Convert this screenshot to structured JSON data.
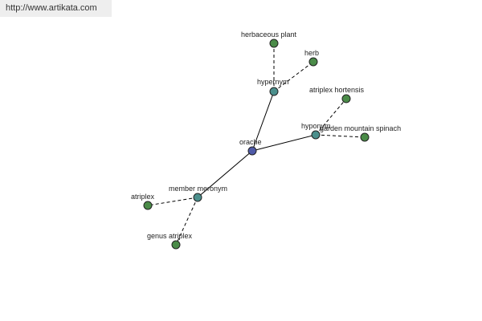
{
  "site": {
    "url": "http://www.artikata.com"
  },
  "colors": {
    "center": "#4f5aa8",
    "relation": "#4b8f8c",
    "leaf": "#4a8b48"
  },
  "graph": {
    "nodes": [
      {
        "id": "orache",
        "label": "orache",
        "kind": "center"
      },
      {
        "id": "hypernym",
        "label": "hypernym",
        "kind": "relation"
      },
      {
        "id": "hyponym",
        "label": "hyponym",
        "kind": "relation"
      },
      {
        "id": "member-meronym",
        "label": "member meronym",
        "kind": "relation"
      },
      {
        "id": "herbaceous-plant",
        "label": "herbaceous plant",
        "kind": "leaf"
      },
      {
        "id": "herb",
        "label": "herb",
        "kind": "leaf"
      },
      {
        "id": "atriplex-hortensis",
        "label": "atriplex hortensis",
        "kind": "leaf"
      },
      {
        "id": "garden-mountain-spinach",
        "label": "garden mountain spinach",
        "kind": "leaf"
      },
      {
        "id": "atriplex",
        "label": "atriplex",
        "kind": "leaf"
      },
      {
        "id": "genus-atriplex",
        "label": "genus atriplex",
        "kind": "leaf"
      }
    ],
    "edges": [
      {
        "from": "orache",
        "to": "hypernym",
        "style": "solid"
      },
      {
        "from": "orache",
        "to": "hyponym",
        "style": "solid"
      },
      {
        "from": "orache",
        "to": "member-meronym",
        "style": "solid"
      },
      {
        "from": "hypernym",
        "to": "herbaceous-plant",
        "style": "dashed"
      },
      {
        "from": "hypernym",
        "to": "herb",
        "style": "dashed"
      },
      {
        "from": "hyponym",
        "to": "atriplex-hortensis",
        "style": "dashed"
      },
      {
        "from": "hyponym",
        "to": "garden-mountain-spinach",
        "style": "dashed"
      },
      {
        "from": "member-meronym",
        "to": "atriplex",
        "style": "dashed"
      },
      {
        "from": "member-meronym",
        "to": "genus-atriplex",
        "style": "dashed"
      }
    ]
  }
}
